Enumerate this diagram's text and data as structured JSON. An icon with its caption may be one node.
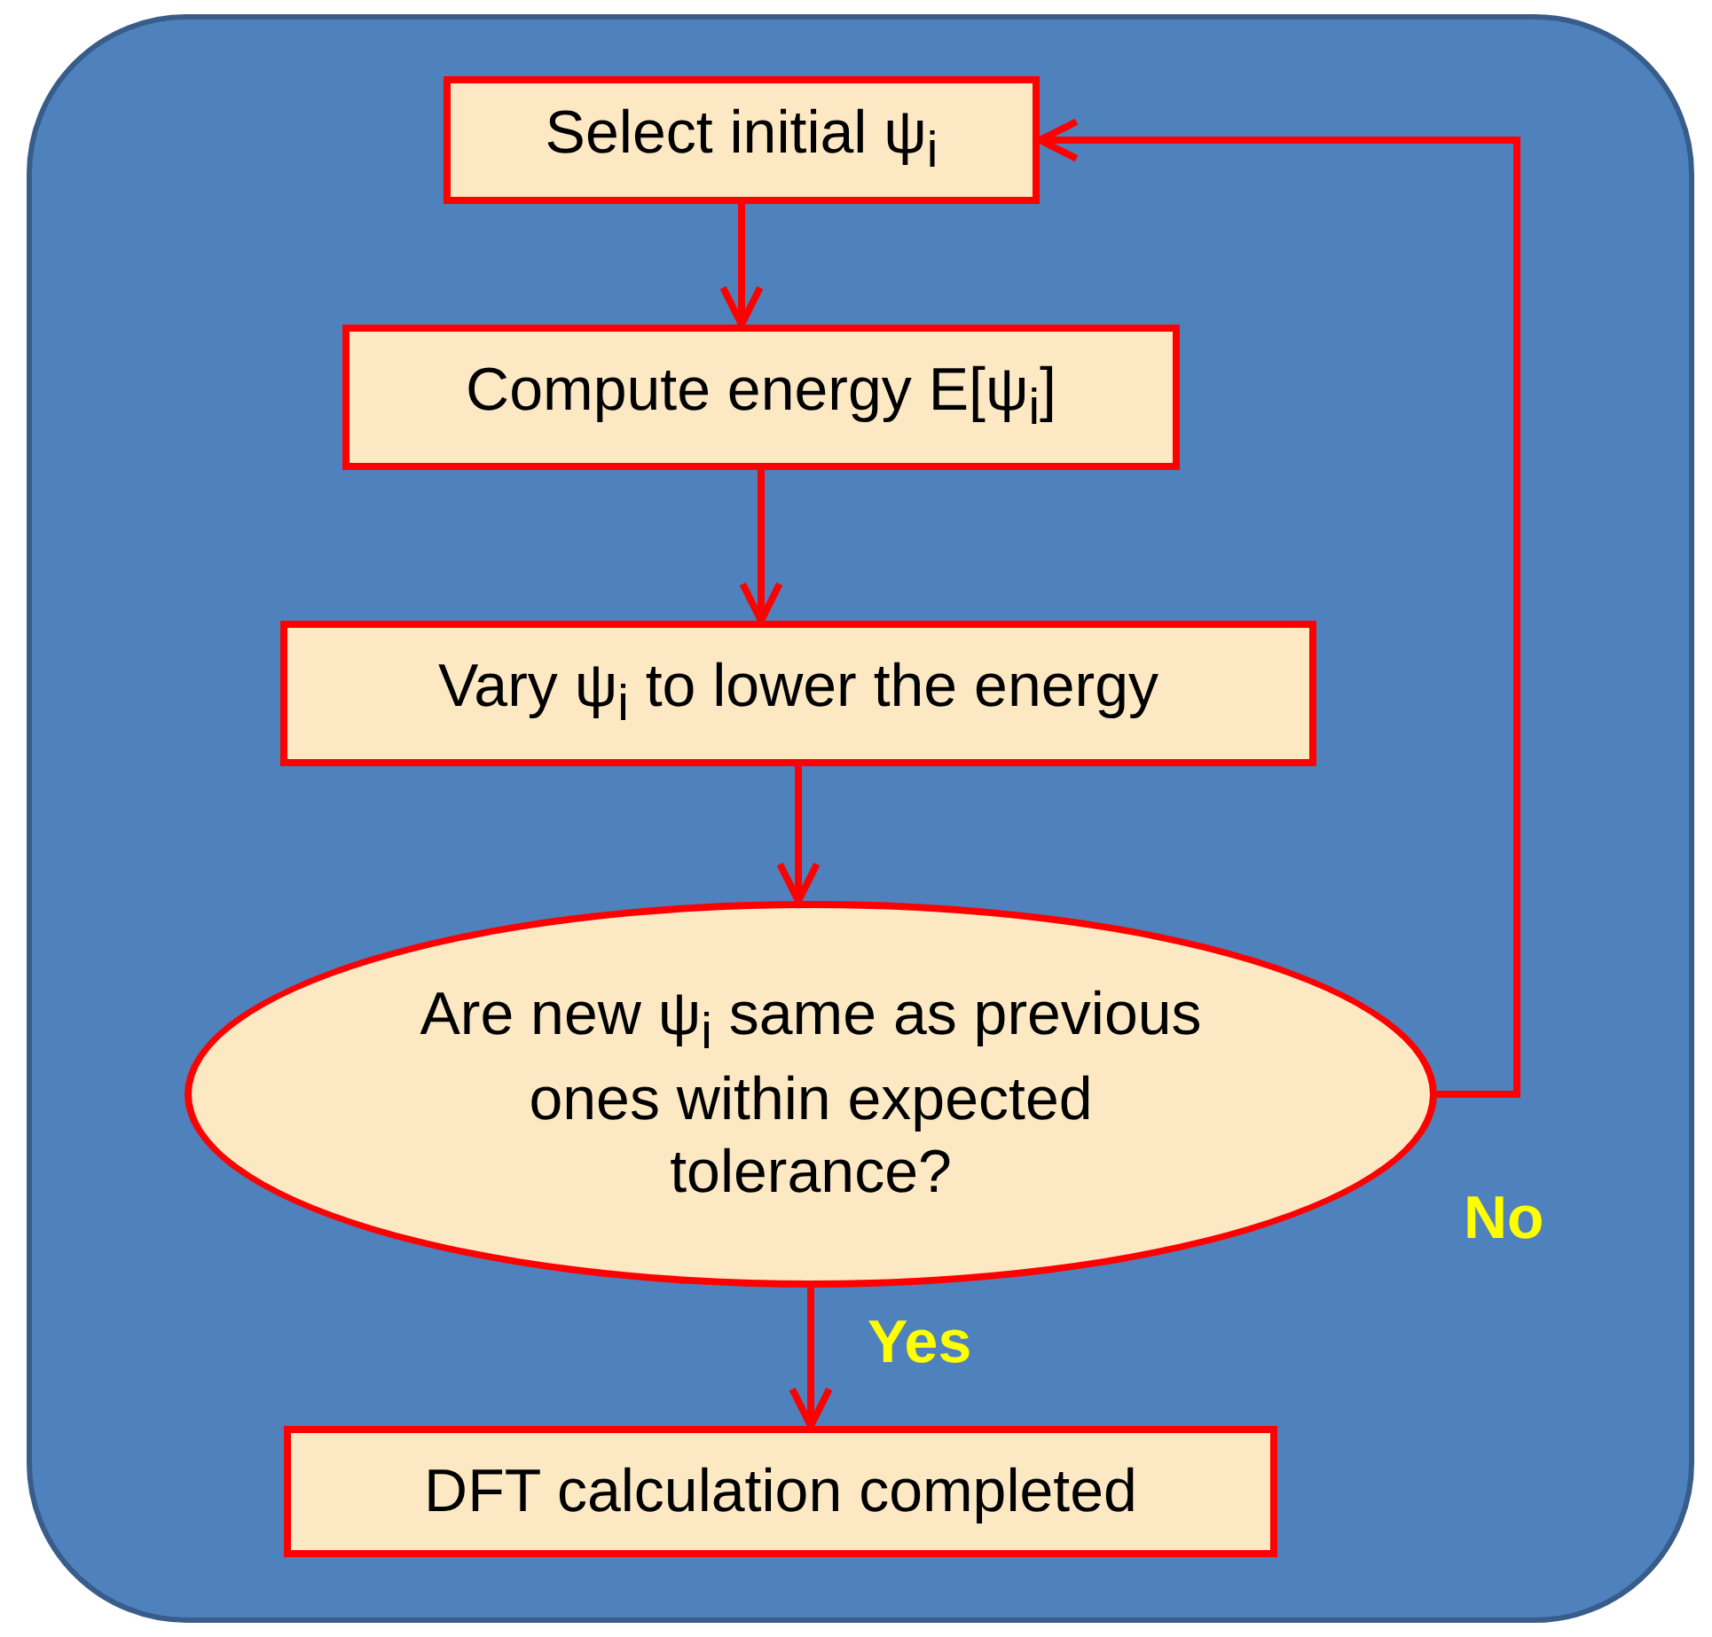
{
  "diagram": {
    "nodes": [
      {
        "text": [
          "Select initial ψ$_{i}$"
        ]
      },
      {
        "text": [
          "Compute energy E[ψ$_{i}$]"
        ]
      },
      {
        "text": [
          "Vary ψ$_{i}$ to lower the energy"
        ]
      },
      {
        "text": [
          "Are new ψ$_{i}$ same as previous ones within expected tolerance?"
        ]
      },
      {
        "text": [
          "DFT calculation completed"
        ]
      }
    ],
    "edges": [
      {
        "from": 0,
        "to": 1,
        "arrow": "to"
      },
      {
        "from": 1,
        "to": 2,
        "arrow": "to"
      },
      {
        "from": 2,
        "to": 3,
        "arrow": "to"
      },
      {
        "from": 3,
        "to": 4,
        "arrow": "to",
        "label": "Yes"
      },
      {
        "from": 3,
        "to": 0,
        "arrow": "to",
        "label": "No"
      }
    ]
  }
}
